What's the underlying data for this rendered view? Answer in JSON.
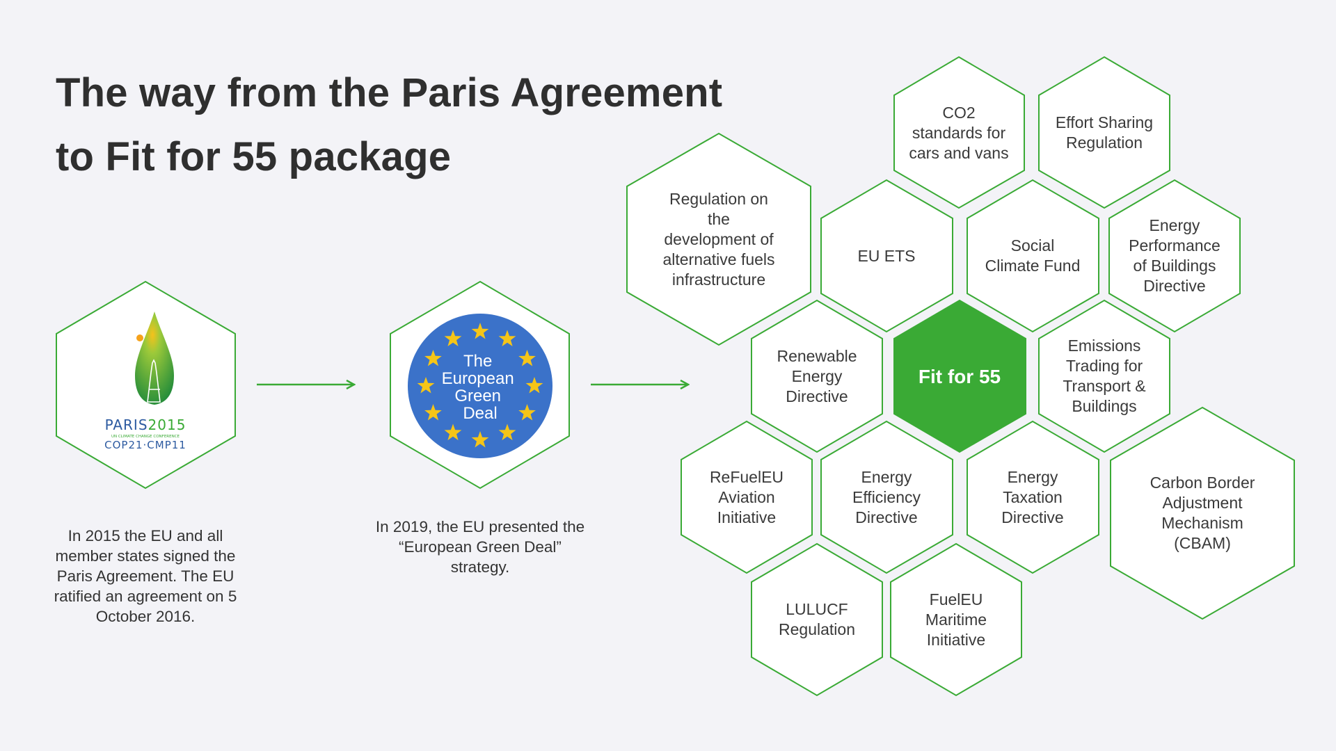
{
  "title": {
    "line1": "The way from the Paris Agreement",
    "line2": "to Fit for 55 package"
  },
  "colors": {
    "background": "#f3f3f7",
    "accent_green": "#3aaa35",
    "hex_fill": "#ffffff",
    "eu_blue": "#3b72c9",
    "eu_star": "#f5c518",
    "paris_blue": "#2c5aa0"
  },
  "steps": [
    {
      "id": "paris",
      "logo": {
        "main": "PARIS",
        "year": "2015",
        "sub": "UN CLIMATE CHANGE CONFERENCE",
        "bottom": "COP21·CMP11"
      },
      "caption": "In 2015 the EU and all member states signed the Paris Agreement. The EU ratified an agreement on 5 October 2016."
    },
    {
      "id": "green-deal",
      "logo": {
        "line1": "The",
        "line2": "European",
        "line3": "Green",
        "line4": "Deal"
      },
      "caption": "In 2019, the EU presented the “European Green Deal” strategy."
    }
  ],
  "fit_for_55": {
    "center_label": "Fit for 55",
    "items": [
      {
        "key": "co2",
        "label": "CO2\nstandards for\ncars and vans"
      },
      {
        "key": "esr",
        "label": "Effort Sharing\nRegulation"
      },
      {
        "key": "afir",
        "label": "Regulation on\nthe\ndevelopment of\nalternative fuels\ninfrastructure"
      },
      {
        "key": "ets",
        "label": "EU ETS"
      },
      {
        "key": "scf",
        "label": "Social\nClimate Fund"
      },
      {
        "key": "epbd",
        "label": "Energy\nPerformance\nof Buildings\nDirective"
      },
      {
        "key": "red",
        "label": "Renewable\nEnergy\nDirective"
      },
      {
        "key": "ets2",
        "label": "Emissions\nTrading for\nTransport &\nBuildings"
      },
      {
        "key": "refuel",
        "label": "ReFuelEU\nAviation\nInitiative"
      },
      {
        "key": "eed",
        "label": "Energy\nEfficiency\nDirective"
      },
      {
        "key": "etd",
        "label": "Energy\nTaxation\nDirective"
      },
      {
        "key": "cbam",
        "label": "Carbon Border\nAdjustment\nMechanism\n(CBAM)"
      },
      {
        "key": "lulucf",
        "label": "LULUCF\nRegulation"
      },
      {
        "key": "fueleu",
        "label": "FuelEU\nMaritime\nInitiative"
      }
    ]
  }
}
